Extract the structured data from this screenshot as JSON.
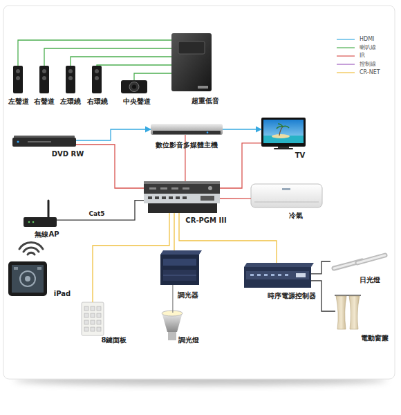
{
  "diagram": {
    "nodes": [
      {
        "text": [
          "左聲道"
        ]
      },
      {
        "text": [
          "右聲道"
        ]
      },
      {
        "text": [
          "左環繞"
        ]
      },
      {
        "text": [
          "右環繞"
        ]
      },
      {
        "text": [
          "中央聲道"
        ]
      },
      {
        "text": [
          "超重低音"
        ]
      },
      {
        "text": [
          "DVD RW"
        ]
      },
      {
        "text": [
          "數位影音多媒體主機"
        ]
      },
      {
        "text": [
          "TV"
        ]
      },
      {
        "text": [
          "CR-PGM III"
        ]
      },
      {
        "text": [
          "冷氣"
        ]
      },
      {
        "text": [
          "無線AP"
        ]
      },
      {
        "text": [
          "iPad"
        ]
      },
      {
        "text": [
          "調光器"
        ]
      },
      {
        "text": [
          "調光燈"
        ]
      },
      {
        "text": [
          "8鍵面板"
        ]
      },
      {
        "text": [
          "時序電源控制器"
        ]
      },
      {
        "text": [
          "日光燈"
        ]
      },
      {
        "text": [
          "電動窗簾"
        ]
      }
    ],
    "edges": [
      {
        "from": 5,
        "to": 0,
        "arrow": "none"
      },
      {
        "from": 5,
        "to": 1,
        "arrow": "none"
      },
      {
        "from": 5,
        "to": 2,
        "arrow": "none"
      },
      {
        "from": 5,
        "to": 3,
        "arrow": "none"
      },
      {
        "from": 5,
        "to": 4,
        "arrow": "none"
      },
      {
        "from": 6,
        "to": 7,
        "arrow": "to"
      },
      {
        "from": 7,
        "to": 8,
        "arrow": "to"
      },
      {
        "from": 9,
        "to": 6,
        "arrow": "none"
      },
      {
        "from": 9,
        "to": 7,
        "arrow": "none"
      },
      {
        "from": 9,
        "to": 8,
        "arrow": "none"
      },
      {
        "from": 9,
        "to": 10,
        "arrow": "none"
      },
      {
        "from": 11,
        "to": 9,
        "label": "Cat5",
        "arrow": "none"
      },
      {
        "from": 9,
        "to": 15,
        "arrow": "none"
      },
      {
        "from": 9,
        "to": 13,
        "arrow": "none"
      },
      {
        "from": 9,
        "to": 16,
        "arrow": "none"
      },
      {
        "from": 13,
        "to": 14,
        "arrow": "none"
      },
      {
        "from": 16,
        "to": 17,
        "arrow": "none"
      },
      {
        "from": 16,
        "to": 18,
        "arrow": "none"
      }
    ],
    "legend": [
      {
        "text": "HDMI"
      },
      {
        "text": "喇叭線"
      },
      {
        "text": "IR"
      },
      {
        "text": "控制線"
      },
      {
        "text": "CR-NET"
      }
    ]
  }
}
